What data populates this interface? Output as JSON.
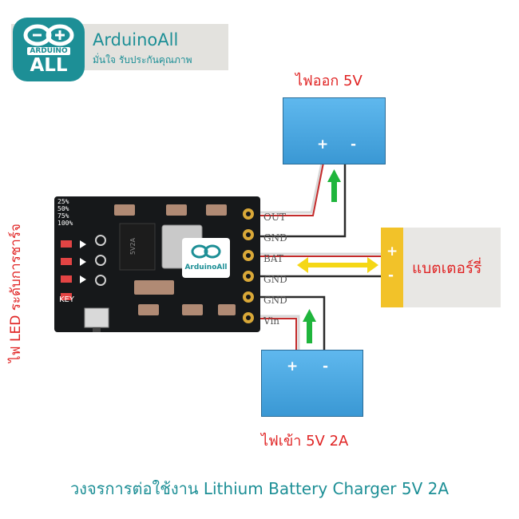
{
  "brand": {
    "name": "ArduinoAll",
    "tagline": "มั่นใจ  รับประกันคุณภาพ",
    "badge_text": "ALL",
    "badge_subtext": "ARDUINO",
    "color": "#1d8f96"
  },
  "labels": {
    "output": "ไฟออก 5V",
    "input": "ไฟเข้า 5V 2A",
    "battery": "แบตเตอร์รี่",
    "led": "ไฟ LED ระดับการชาร์จ",
    "title": "วงจรการต่อใช้งาน Lithium Battery Charger 5V 2A"
  },
  "board": {
    "pins": [
      "OUT",
      "GND",
      "BAT",
      "GND",
      "GND",
      "Vin"
    ],
    "led_levels": [
      "25%",
      "50%",
      "75%",
      "100%"
    ],
    "key_label": "KEY",
    "chip_mark": "5V2A",
    "watermark": "ArduinoAll"
  },
  "terminals": {
    "plus": "+",
    "minus": "-"
  },
  "colors": {
    "label_red": "#e02424",
    "box_blue": "#4aa8e2",
    "battery_yellow": "#f2c229",
    "arrow_green": "#1fb53c",
    "arrow_yellow": "#f5d716"
  }
}
